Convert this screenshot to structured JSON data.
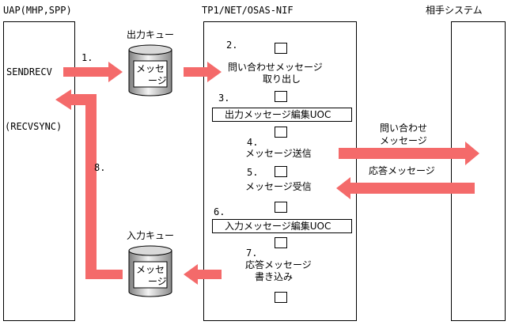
{
  "columns": {
    "uap": {
      "title": "UAP(MHP,SPP)",
      "sendrecv": "SENDRECV",
      "recvsync": "(RECVSYNC)"
    },
    "nif": {
      "title": "TP1/NET/OSAS-NIF"
    },
    "partner": {
      "title": "相手システム"
    }
  },
  "queues": {
    "output": {
      "title": "出力キュー",
      "msg_line1": "メッセ",
      "msg_line2": "ージ"
    },
    "input": {
      "title": "入力キュー",
      "msg_line1": "メッセ",
      "msg_line2": "ージ"
    }
  },
  "steps": [
    {
      "num": "1."
    },
    {
      "num": "2.",
      "line1": "問い合わせメッセージ",
      "line2": "取り出し"
    },
    {
      "num": "3.",
      "box": "出力メッセージ編集UOC"
    },
    {
      "num": "4.",
      "line1": "メッセージ送信"
    },
    {
      "num": "5.",
      "line1": "メッセージ受信"
    },
    {
      "num": "6.",
      "box": "入力メッセージ編集UOC"
    },
    {
      "num": "7.",
      "line1": "応答メッセージ",
      "line2": "書き込み"
    },
    {
      "num": "8."
    }
  ],
  "flows": {
    "inquiry_line1": "問い合わせ",
    "inquiry_line2": "メッセージ",
    "response": "応答メッセージ"
  },
  "colors": {
    "arrow": "#f46a6a",
    "box_fill": "#ffffff",
    "stroke": "#000000",
    "cylinder_gradient": [
      "#8a8a8a",
      "#f4f4f4"
    ]
  }
}
